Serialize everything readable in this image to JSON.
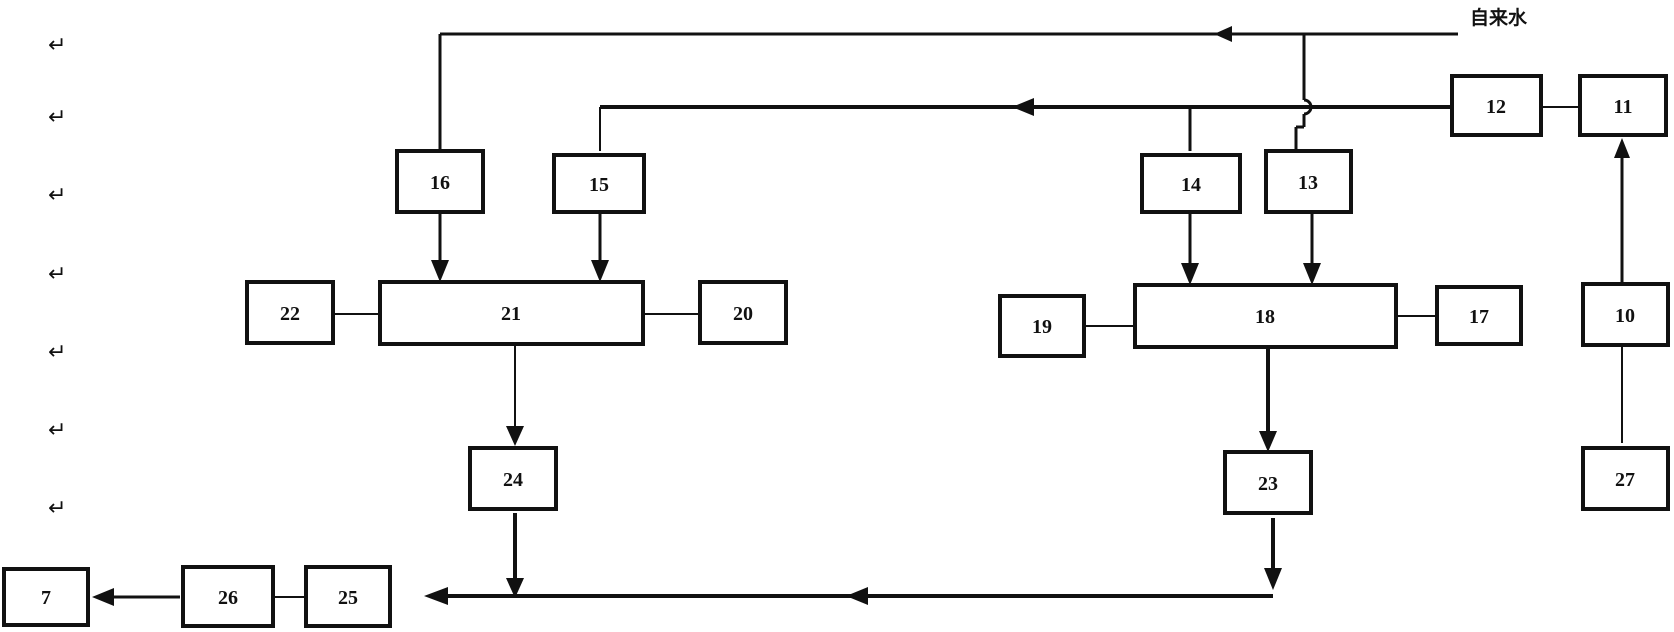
{
  "diagram": {
    "source_label": "自来水",
    "paragraph_mark": "↵",
    "colors": {
      "line": "#111111",
      "box_fill": "#ffffff",
      "background": "#ffffff"
    },
    "blocks": [
      {
        "id": "b7",
        "label": "7"
      },
      {
        "id": "b10",
        "label": "10"
      },
      {
        "id": "b11",
        "label": "11"
      },
      {
        "id": "b12",
        "label": "12"
      },
      {
        "id": "b13",
        "label": "13"
      },
      {
        "id": "b14",
        "label": "14"
      },
      {
        "id": "b15",
        "label": "15"
      },
      {
        "id": "b16",
        "label": "16"
      },
      {
        "id": "b17",
        "label": "17"
      },
      {
        "id": "b18",
        "label": "18"
      },
      {
        "id": "b19",
        "label": "19"
      },
      {
        "id": "b20",
        "label": "20"
      },
      {
        "id": "b21",
        "label": "21"
      },
      {
        "id": "b22",
        "label": "22"
      },
      {
        "id": "b23",
        "label": "23"
      },
      {
        "id": "b24",
        "label": "24"
      },
      {
        "id": "b25",
        "label": "25"
      },
      {
        "id": "b26",
        "label": "26"
      },
      {
        "id": "b27",
        "label": "27"
      }
    ]
  }
}
